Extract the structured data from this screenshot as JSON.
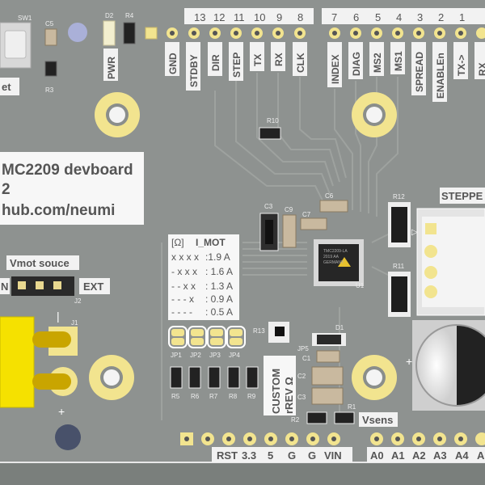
{
  "board": {
    "title_line1": "MC2209 devboard",
    "title_line2": "2",
    "title_line3": "hub.com/neumi",
    "reset_label": "et",
    "stepper_label": "STEPPE"
  },
  "top_numbers": [
    "13",
    "12",
    "11",
    "10",
    "9",
    "8",
    "7",
    "6",
    "5",
    "4",
    "3",
    "2",
    "1"
  ],
  "top_pins_left": [
    "GND",
    "STDBY",
    "DIR",
    "STEP",
    "TX",
    "RX",
    "CLK"
  ],
  "top_pins_right": [
    "INDEX",
    "DIAG",
    "MS2",
    "MS1",
    "SPREAD",
    "ENABLEn",
    "TX->",
    "RX"
  ],
  "ref_labels": {
    "sw1": "SW1",
    "c5": "C5",
    "r3": "R3",
    "d2": "D2",
    "r4": "R4",
    "pwr": "PWR",
    "r10": "R10",
    "c3": "C3",
    "c9": "C9",
    "c7": "C7",
    "c6": "C6",
    "r12": "R12",
    "r11": "R11",
    "u1": "U1",
    "j1": "J1",
    "j2": "J2",
    "r13": "R13",
    "d1": "D1",
    "jp5": "JP5",
    "c1": "C1",
    "c2": "C2",
    "c3b": "C3",
    "r1": "R1",
    "r2": "R2",
    "vsens": "Vsens",
    "jp1": "JP1",
    "jp2": "JP2",
    "jp3": "JP3",
    "jp4": "JP4",
    "r5": "R5",
    "r6": "R6",
    "r7": "R7",
    "r8": "R8",
    "r9": "R9"
  },
  "current_table": {
    "header_unit": "[Ω]",
    "header_imot": "I_MOT",
    "rows": [
      {
        "pattern": "x x x x",
        "value": ":1.9 A"
      },
      {
        "pattern": "- x x x",
        "value": ": 1.6 A"
      },
      {
        "pattern": "- - x x",
        "value": ": 1.3 A"
      },
      {
        "pattern": "- - -  x",
        "value": ": 0.9 A"
      },
      {
        "pattern": "- - - -",
        "value": ": 0.5 A"
      }
    ]
  },
  "vmot": {
    "title": "Vmot souce",
    "left": "N",
    "right": "EXT"
  },
  "custom_box": {
    "line1": "CUSTOM",
    "line2": "rREV Ω"
  },
  "bottom_pins_left": [
    "RST",
    "3.3",
    "5",
    "G",
    "G",
    "VIN"
  ],
  "bottom_pins_right": [
    "A0",
    "A1",
    "A2",
    "A3",
    "A4",
    "A"
  ],
  "chip_text": [
    "TMC2209-LA",
    "2019 AA",
    "GERMANY"
  ],
  "colors": {
    "board": "#8e9290",
    "pad_gold": "#f2e48f",
    "silk": "#ffffff",
    "power_yellow": "#f5e100"
  }
}
